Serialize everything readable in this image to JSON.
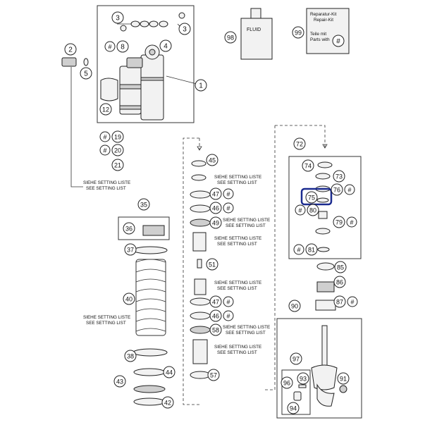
{
  "labels": {
    "c1": "1",
    "c2": "2",
    "c3a": "3",
    "c3b": "3",
    "c4": "4",
    "c5": "5",
    "c8": "8",
    "c12": "12",
    "c19": "19",
    "c20": "20",
    "c21": "21",
    "c35": "35",
    "c36": "36",
    "c37": "37",
    "c38": "38",
    "c40": "40",
    "c42": "42",
    "c43": "43",
    "c44": "44",
    "c45": "45",
    "c46a": "46",
    "c46b": "46",
    "c47a": "47",
    "c47b": "47",
    "c49": "49",
    "c51": "51",
    "c57": "57",
    "c58": "58",
    "c72": "72",
    "c73": "73",
    "c74": "74",
    "c75": "75",
    "c76": "76",
    "c79": "79",
    "c80": "80",
    "c81": "81",
    "c85": "85",
    "c86": "86",
    "c87": "87",
    "c90": "90",
    "c91": "91",
    "c93": "93",
    "c94": "94",
    "c96": "96",
    "c97": "97",
    "c98": "98",
    "c99": "99",
    "hash": "#"
  },
  "notes": {
    "setting_de": "SIEHE SETTING LISTE",
    "setting_en": "SEE SETTING LIST"
  },
  "fluid_label": "FLUID",
  "repair_kit": {
    "line1": "Reparatur-Kit",
    "line2": "Repair-Kit",
    "line3": "Teile mit",
    "line4": "Parts with"
  },
  "highlight_color": "#1b2b8f"
}
